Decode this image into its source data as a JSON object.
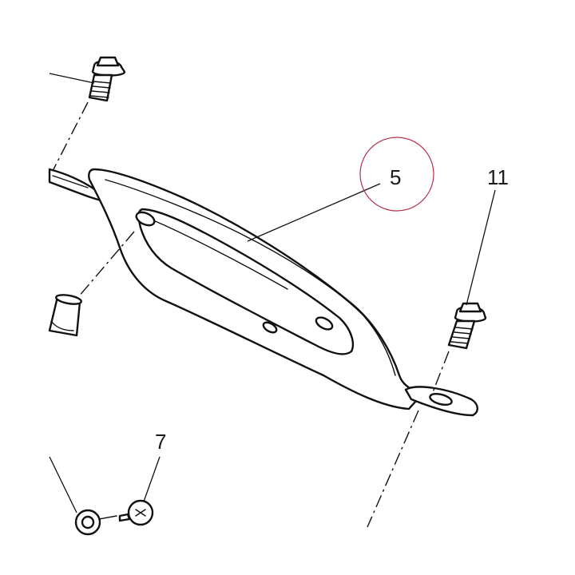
{
  "callouts": {
    "bracket": "5",
    "bolt_right": "11",
    "screw_bottom": "7"
  },
  "colors": {
    "line": "#111111",
    "highlight_circle": "#b5304a",
    "background": "#ffffff"
  }
}
